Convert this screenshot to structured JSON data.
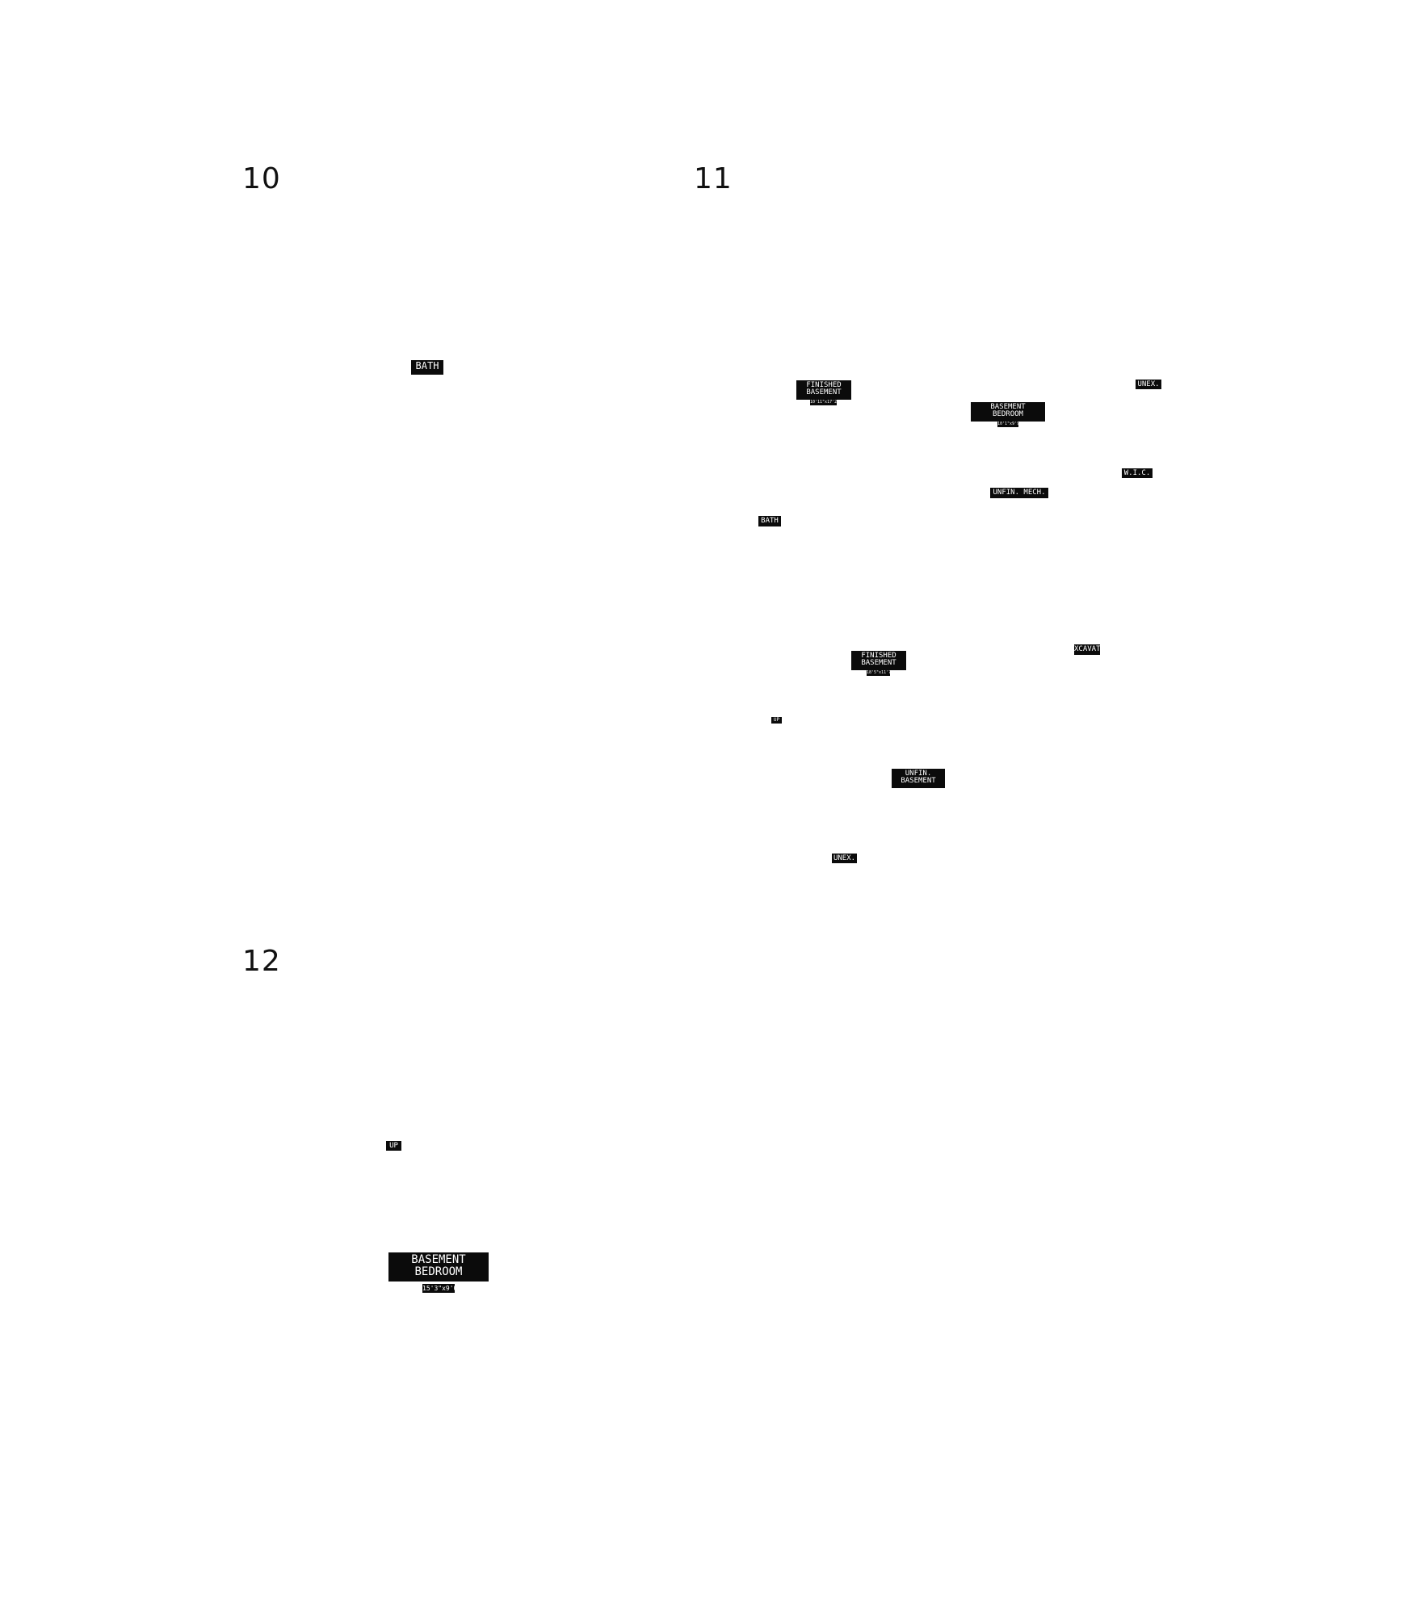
{
  "panels": [
    {
      "number": "10",
      "labels": {
        "bath": "BATH"
      }
    },
    {
      "number": "11",
      "labels": {
        "finished_basement_1": [
          "FINISHED",
          "BASEMENT"
        ],
        "finished_basement_1_dim": "10'11\"x17'2\"",
        "basement_bedroom": [
          "BASEMENT",
          "BEDROOM"
        ],
        "basement_bedroom_dim": "10'1\"x9'9\"",
        "unex_top": "UNEX.",
        "wic": "W.I.C.",
        "unfin_mech": "UNFIN. MECH.",
        "bath": "BATH",
        "excavat": "XCAVAT",
        "finished_basement_2": [
          "FINISHED",
          "BASEMENT"
        ],
        "finished_basement_2_dim": "18'5\"x11'7\"",
        "up": "UP",
        "unfin_basement": [
          "UNFIN.",
          "BASEMENT"
        ],
        "unex_bottom": "UNEX."
      }
    },
    {
      "number": "12",
      "labels": {
        "up": "UP",
        "basement_bedroom": [
          "BASEMENT",
          "BEDROOM"
        ],
        "basement_bedroom_dim": "15'3\"x9'0\""
      }
    }
  ]
}
